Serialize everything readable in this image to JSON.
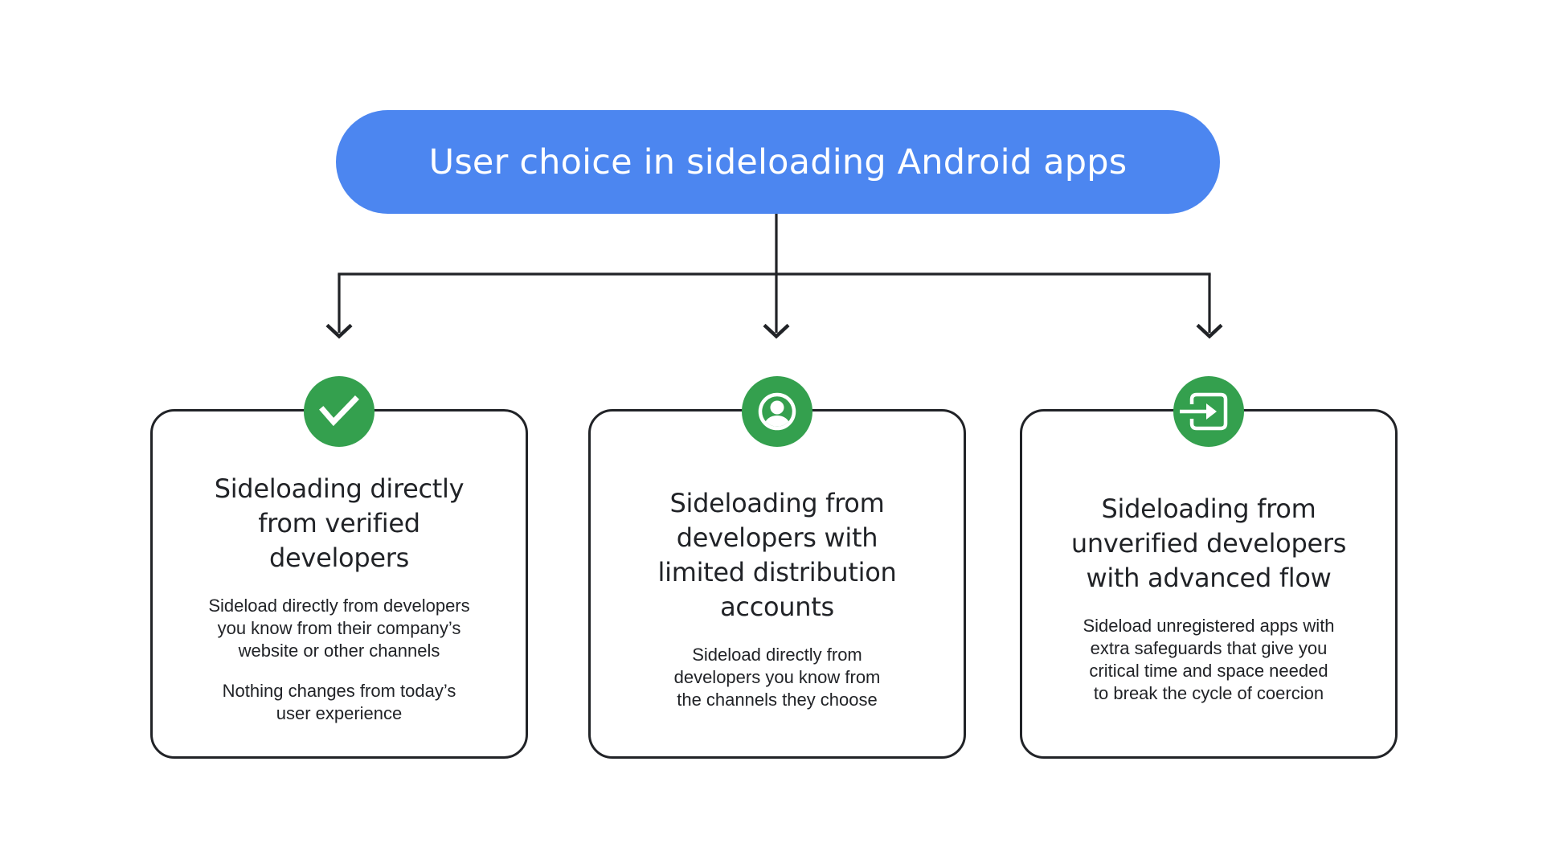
{
  "header": {
    "title": "User choice in sideloading Android apps"
  },
  "colors": {
    "blue": "#4C86F0",
    "green": "#34A04E",
    "ink": "#212327",
    "background": "#FFFFFF"
  },
  "cards": [
    {
      "icon": "check-icon",
      "title": "Sideloading directly\nfrom verified\ndevelopers",
      "paragraphs": [
        "Sideload directly from developers\nyou know from their company’s\nwebsite or other channels",
        "Nothing changes from today’s\nuser experience"
      ]
    },
    {
      "icon": "account-circle-icon",
      "title": "Sideloading from\ndevelopers with\nlimited distribution\naccounts",
      "paragraphs": [
        "Sideload directly from\ndevelopers you know from\nthe channels they choose"
      ]
    },
    {
      "icon": "input-arrow-icon",
      "title": "Sideloading from\nunverified developers\nwith advanced flow",
      "paragraphs": [
        "Sideload unregistered apps with\nextra safeguards that give you\ncritical time and space needed\nto break the cycle of coercion"
      ]
    }
  ]
}
